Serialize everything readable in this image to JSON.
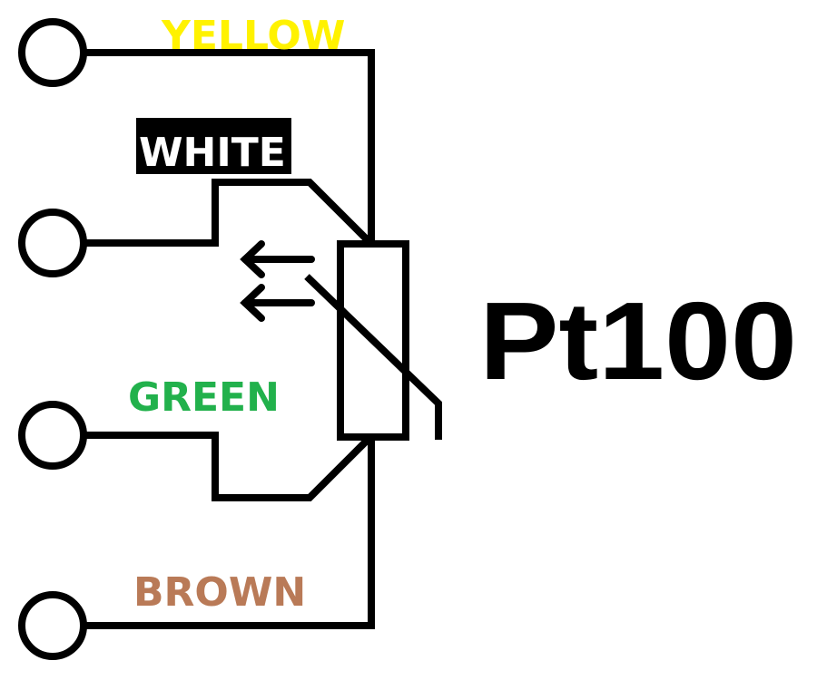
{
  "labels": {
    "yellow": "YELLOW",
    "white": "WHITE",
    "green": "GREEN",
    "brown": "BROWN"
  },
  "component": "Pt100",
  "colors": {
    "yellow": "#fff200",
    "white": "#ffffff",
    "white_bg": "#000000",
    "green": "#22b14c",
    "brown": "#b97a57",
    "line": "#000000"
  }
}
